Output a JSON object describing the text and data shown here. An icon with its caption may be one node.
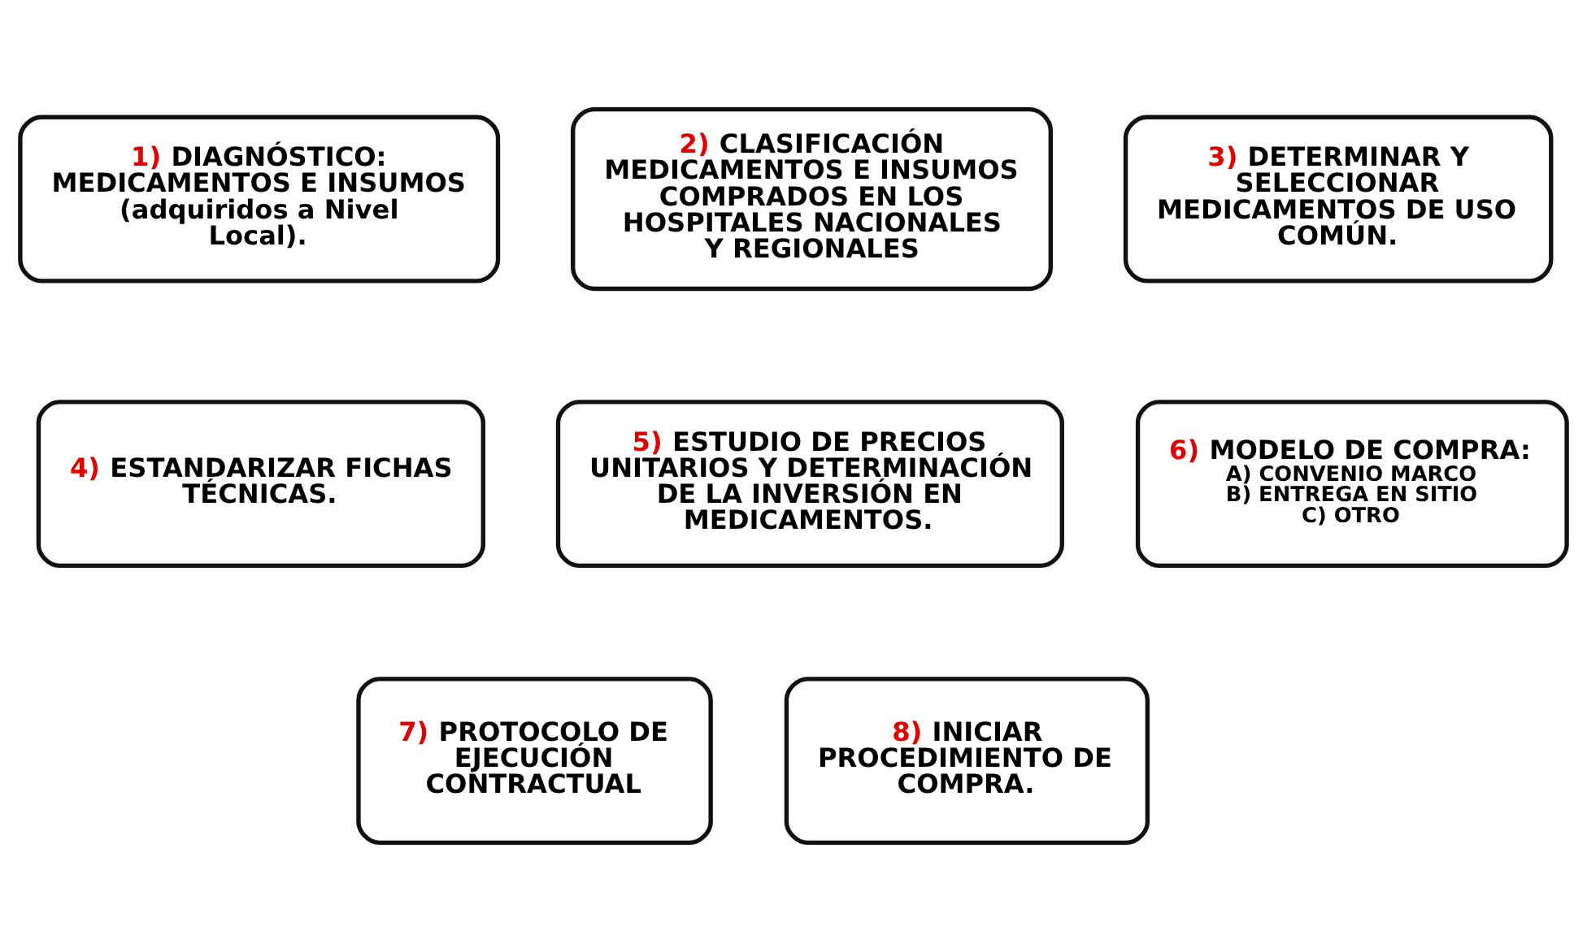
{
  "diagram": {
    "nodes": [
      {
        "text": [
          "1) DIAGNÓSTICO: MEDICAMENTOS E INSUMOS (adquiridos a Nivel Local)."
        ]
      },
      {
        "text": [
          "2) CLASIFICACIÓN MEDICAMENTOS E INSUMOS COMPRADOS EN LOS HOSPITALES NACIONALES Y REGIONALES"
        ]
      },
      {
        "text": [
          "3) DETERMINAR Y SELECCIONAR MEDICAMENTOS DE USO COMÚN."
        ]
      },
      {
        "text": [
          "4) ESTANDARIZAR FICHAS TÉCNICAS."
        ]
      },
      {
        "text": [
          "5) ESTUDIO DE PRECIOS UNITARIOS Y DETERMINACIÓN DE LA INVERSIÓN EN MEDICAMENTOS."
        ]
      },
      {
        "text": [
          "6) MODELO DE COMPRA:",
          "A) CONVENIO MARCO",
          "B) ENTREGA EN SITIO",
          "C) OTRO"
        ]
      },
      {
        "text": [
          "7) PROTOCOLO DE EJECUCIÓN CONTRACTUAL"
        ]
      },
      {
        "text": [
          "8) INICIAR PROCEDIMIENTO DE COMPRA."
        ]
      }
    ]
  }
}
